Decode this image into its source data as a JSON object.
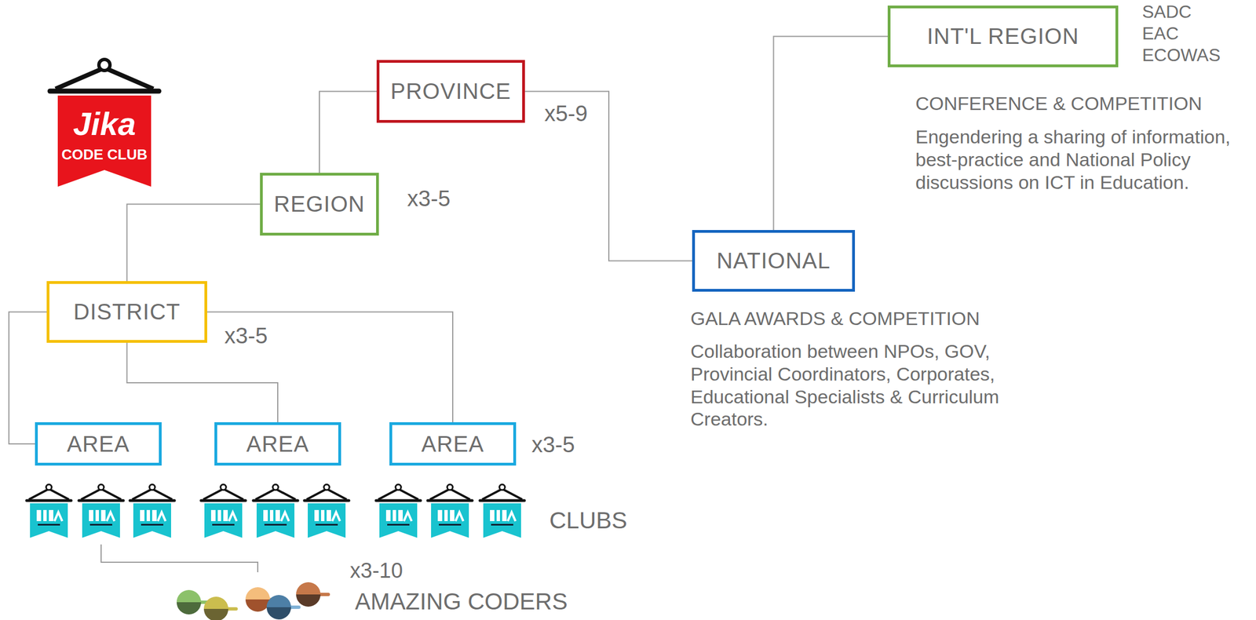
{
  "diagram": {
    "nodes": [
      {
        "text": [
          "PROVINCE"
        ]
      },
      {
        "text": [
          "REGION"
        ]
      },
      {
        "text": [
          "DISTRICT"
        ]
      },
      {
        "text": [
          "AREA"
        ]
      },
      {
        "text": [
          "AREA"
        ]
      },
      {
        "text": [
          "AREA"
        ]
      },
      {
        "text": [
          "NATIONAL"
        ]
      },
      {
        "text": [
          "INT'L REGION"
        ]
      }
    ],
    "edges": [
      {
        "from": 1,
        "to": 0,
        "arrow": "none"
      },
      {
        "from": 2,
        "to": 1,
        "arrow": "none"
      },
      {
        "from": 2,
        "to": 3,
        "arrow": "none"
      },
      {
        "from": 2,
        "to": 4,
        "arrow": "none"
      },
      {
        "from": 2,
        "to": 5,
        "arrow": "none"
      },
      {
        "from": 0,
        "to": 6,
        "arrow": "none"
      },
      {
        "from": 6,
        "to": 7,
        "arrow": "none"
      }
    ],
    "labels": [
      "Jika",
      "CODE CLUB",
      "x5-9",
      "x3-5",
      "x3-5",
      "x3-5",
      "CLUBS",
      "x3-10",
      "AMAZING CODERS",
      "SADC",
      "EAC",
      "ECOWAS",
      "CONFERENCE & COMPETITION",
      "Engendering a sharing of information, best-practice and National Policy discussions on ICT in Education.",
      "GALA AWARDS & COMPETITION",
      "Collaboration between NPOs, GOV, Provincial Coordinators, Corporates, Educational Specialists & Curriculum Creators."
    ]
  }
}
